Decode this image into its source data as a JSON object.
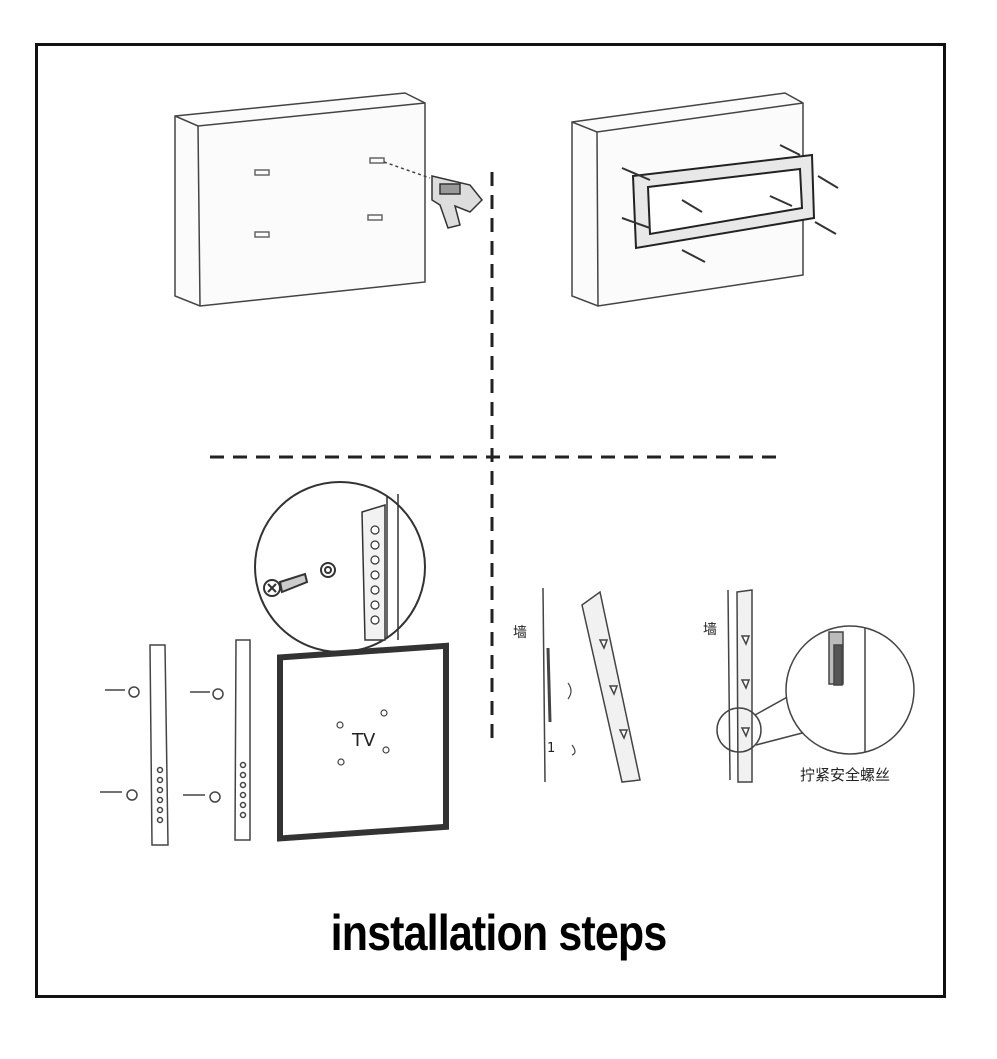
{
  "labels": {
    "tv": "TV",
    "wall_left": "墙",
    "wall_right": "墙",
    "step_number": "1",
    "tighten_screws": "拧紧安全螺丝"
  },
  "caption": "installation steps",
  "colors": {
    "frame": "#111111",
    "line": "#333333",
    "fill_wall": "#f4f4f4"
  }
}
